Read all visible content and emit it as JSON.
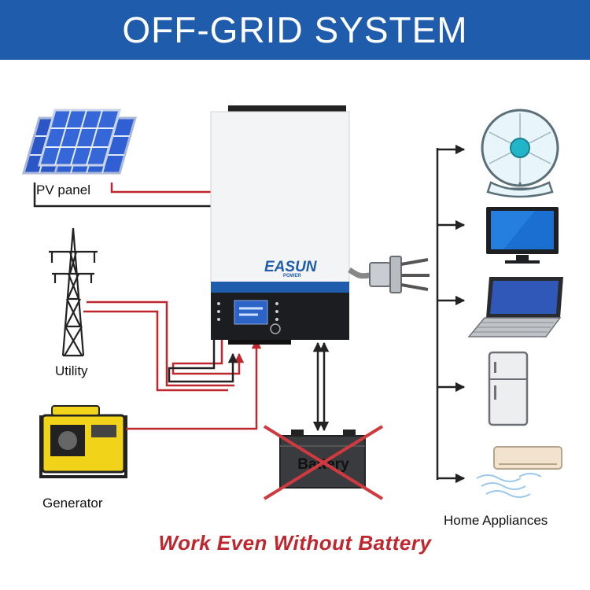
{
  "header": {
    "title": "OFF-GRID SYSTEM"
  },
  "inverter": {
    "brand_logo": "EASUN",
    "brand_sub": "POWER"
  },
  "sources": {
    "pv": "PV panel",
    "utility": "Utility",
    "generator": "Generator"
  },
  "battery": {
    "label": "Battery"
  },
  "loads": {
    "label": "Home Appliances",
    "items": [
      "fan-icon",
      "tv-icon",
      "laptop-icon",
      "fridge-icon",
      "air-conditioner-icon"
    ]
  },
  "footer": {
    "text": "Work Even Without Battery"
  },
  "colors": {
    "banner": "#1f5cab",
    "wire_red": "#c0262d",
    "wire_black": "#222222",
    "accent_blue": "#1f5cab"
  }
}
